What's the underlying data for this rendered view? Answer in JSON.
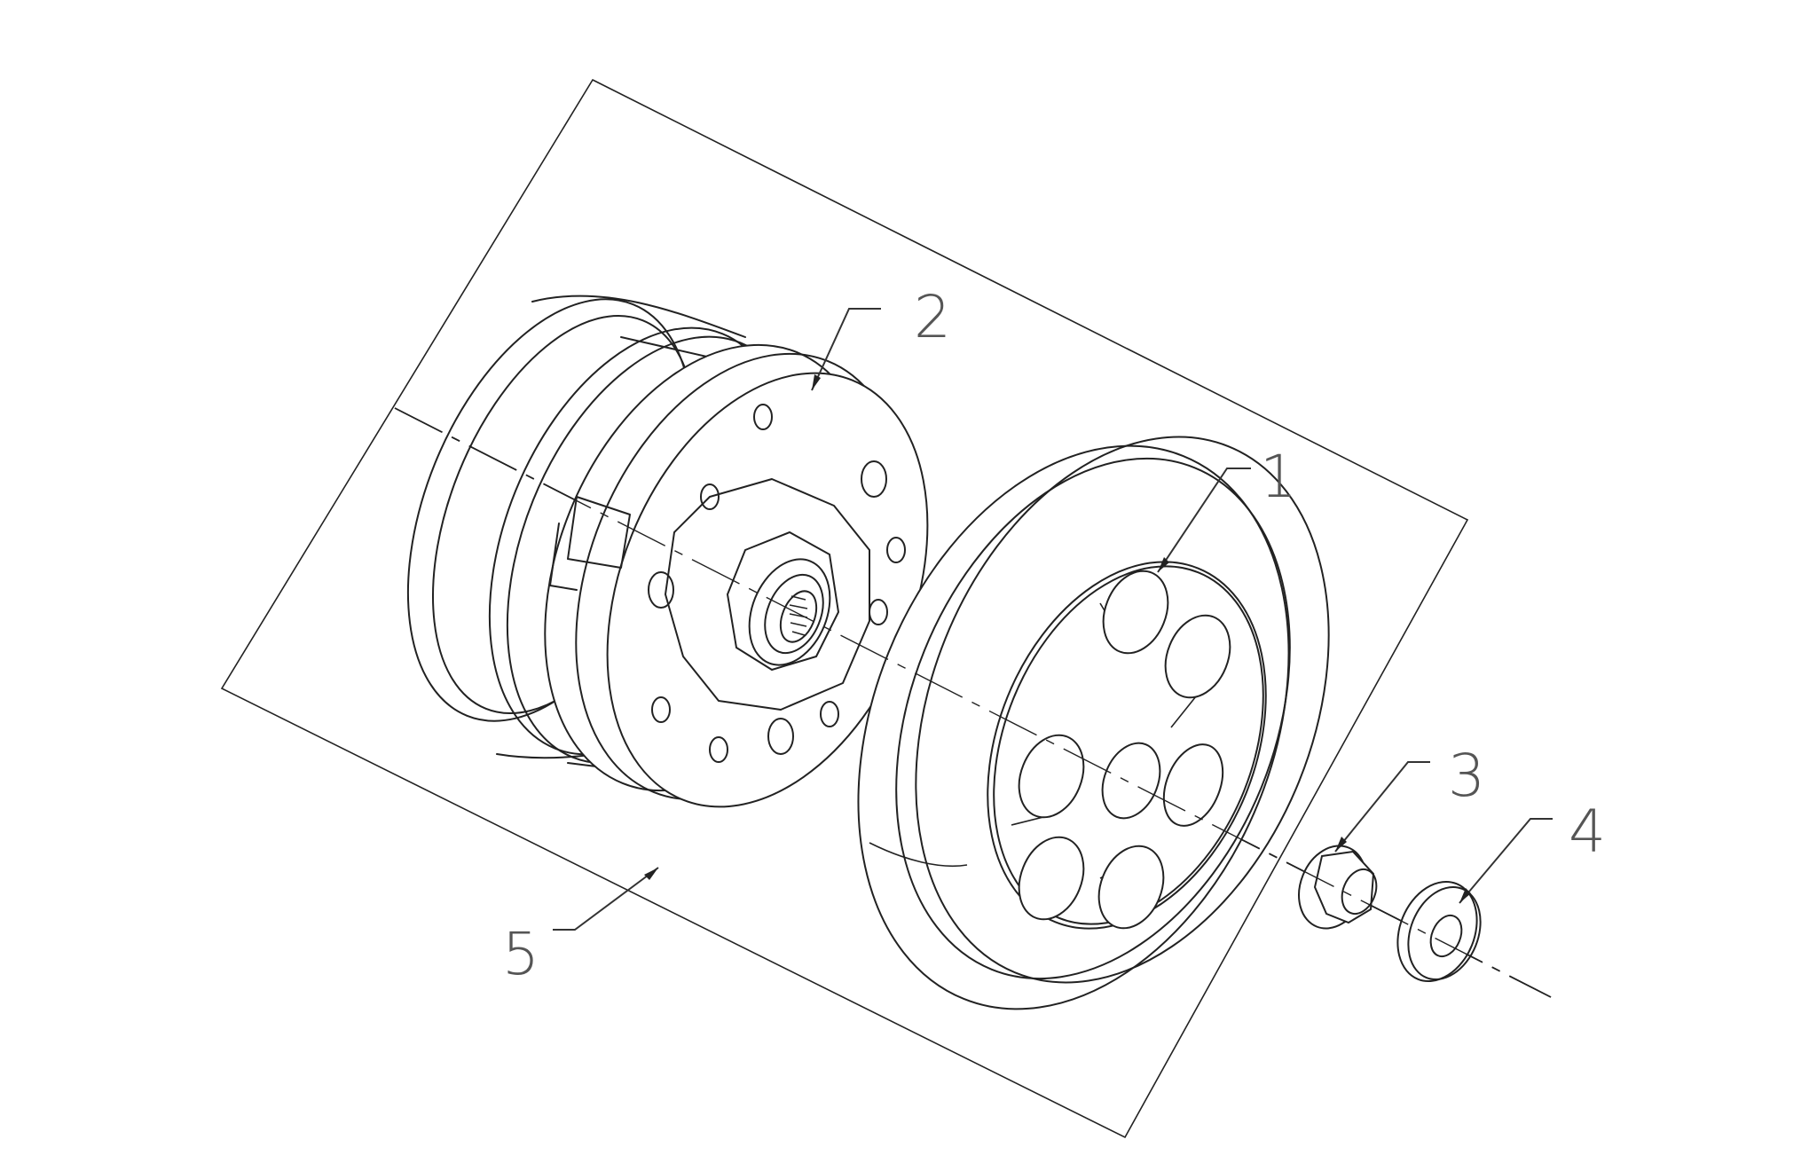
{
  "diagram": {
    "type": "exploded-parts-view",
    "background": "#ffffff",
    "line_color": "#222222",
    "label_color": "#555555",
    "callouts": [
      {
        "id": "1",
        "label": "1",
        "part": "clutch-outer-drum"
      },
      {
        "id": "2",
        "label": "2",
        "part": "clutch-assembly"
      },
      {
        "id": "3",
        "label": "3",
        "part": "flange-nut"
      },
      {
        "id": "4",
        "label": "4",
        "part": "washer"
      },
      {
        "id": "5",
        "label": "5",
        "part": "driven-pulley-assembly-group"
      }
    ]
  }
}
